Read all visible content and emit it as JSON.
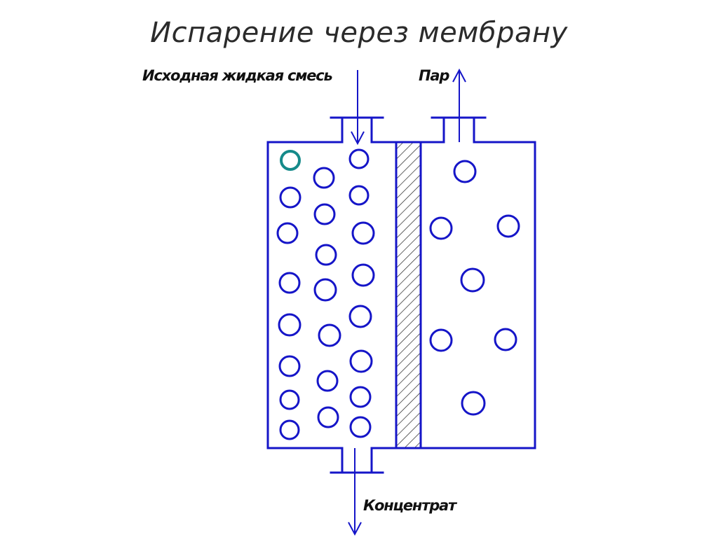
{
  "title": "Испарение через мембрану",
  "labels": {
    "feed": "Исходная жидкая смесь",
    "vapor": "Пар",
    "concentrate": "Концентрат"
  },
  "colors": {
    "line": "#1515c8",
    "highlight_particle": "#158a8a",
    "text": "#111111",
    "title": "#2b2b2b"
  },
  "icons": {
    "feed_inlet": "arrow-down-icon",
    "vapor_outlet": "arrow-up-icon",
    "concentrate_outlet": "arrow-down-icon"
  }
}
